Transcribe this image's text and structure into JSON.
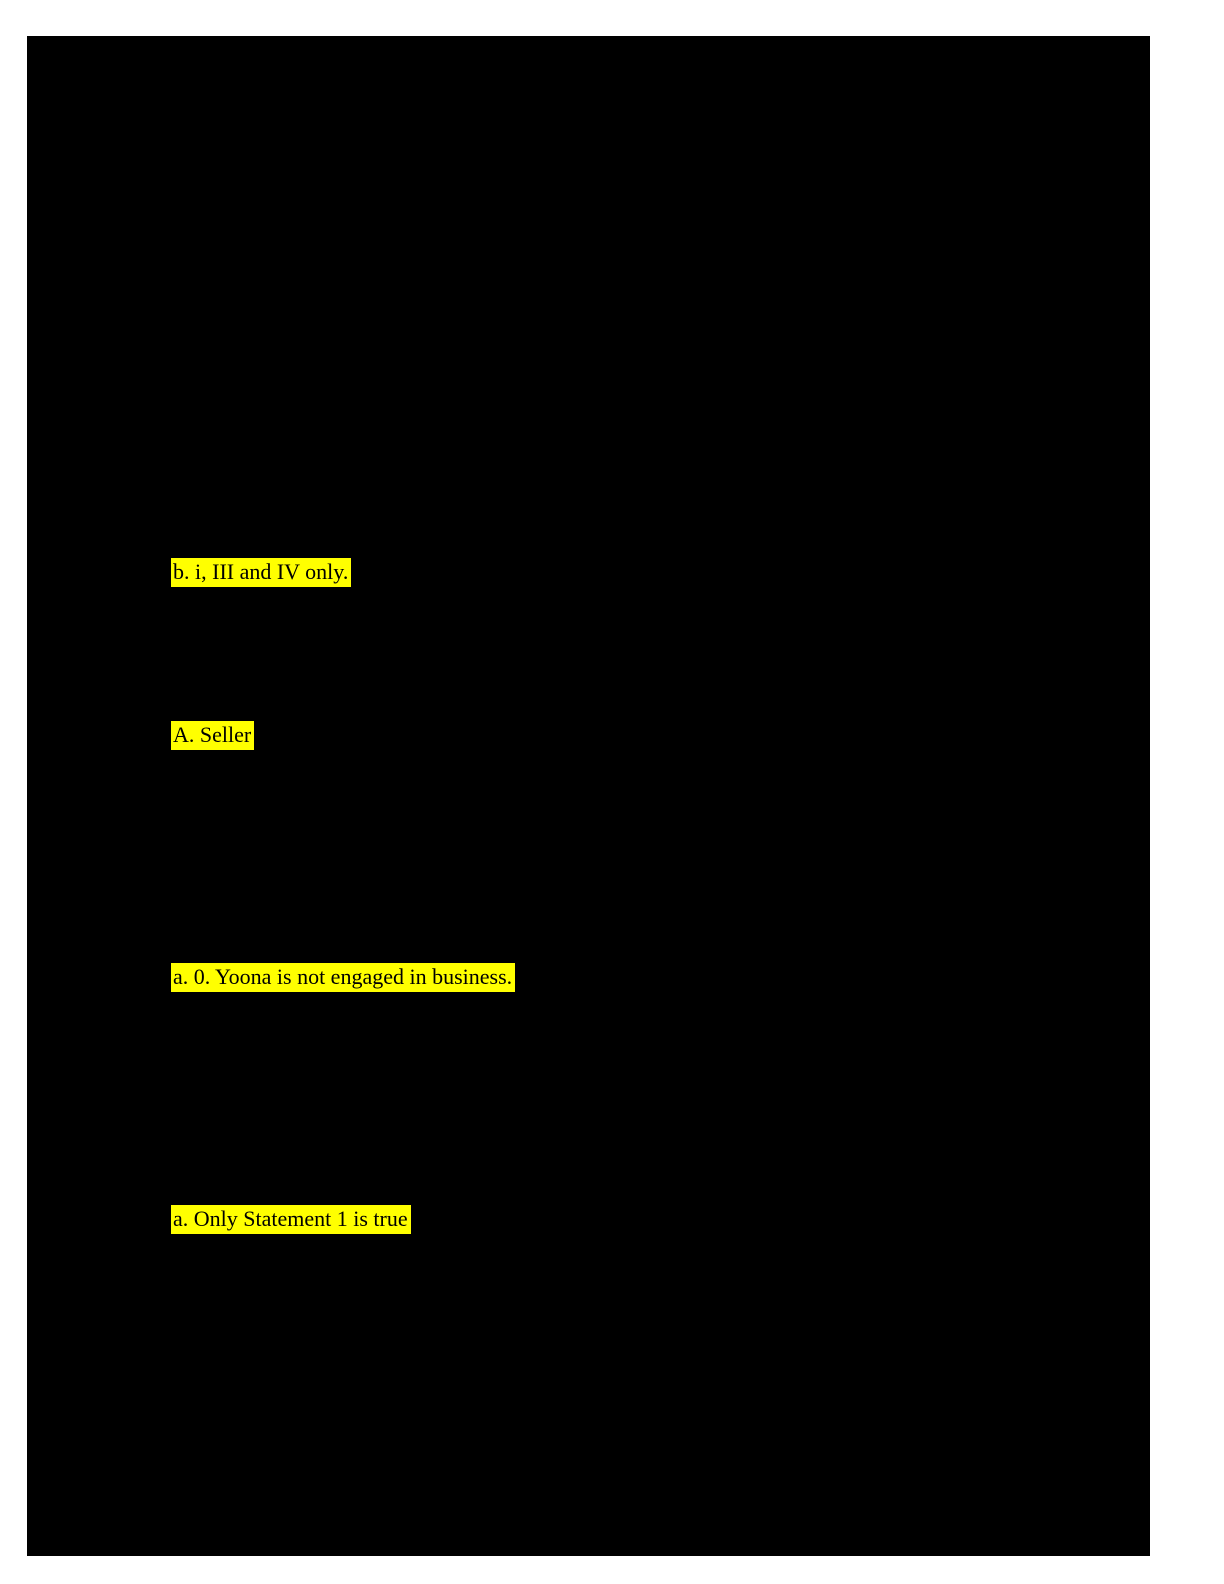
{
  "document": {
    "page_background": "#000000",
    "canvas_background": "#ffffff",
    "highlight_color": "#ffff00",
    "text_color": "#000000"
  },
  "highlights": [
    {
      "text": "b. i, III and IV only."
    },
    {
      "text": "A. Seller"
    },
    {
      "text": "a. 0. Yoona is not engaged in business."
    },
    {
      "text": "a. Only Statement 1 is true"
    }
  ]
}
